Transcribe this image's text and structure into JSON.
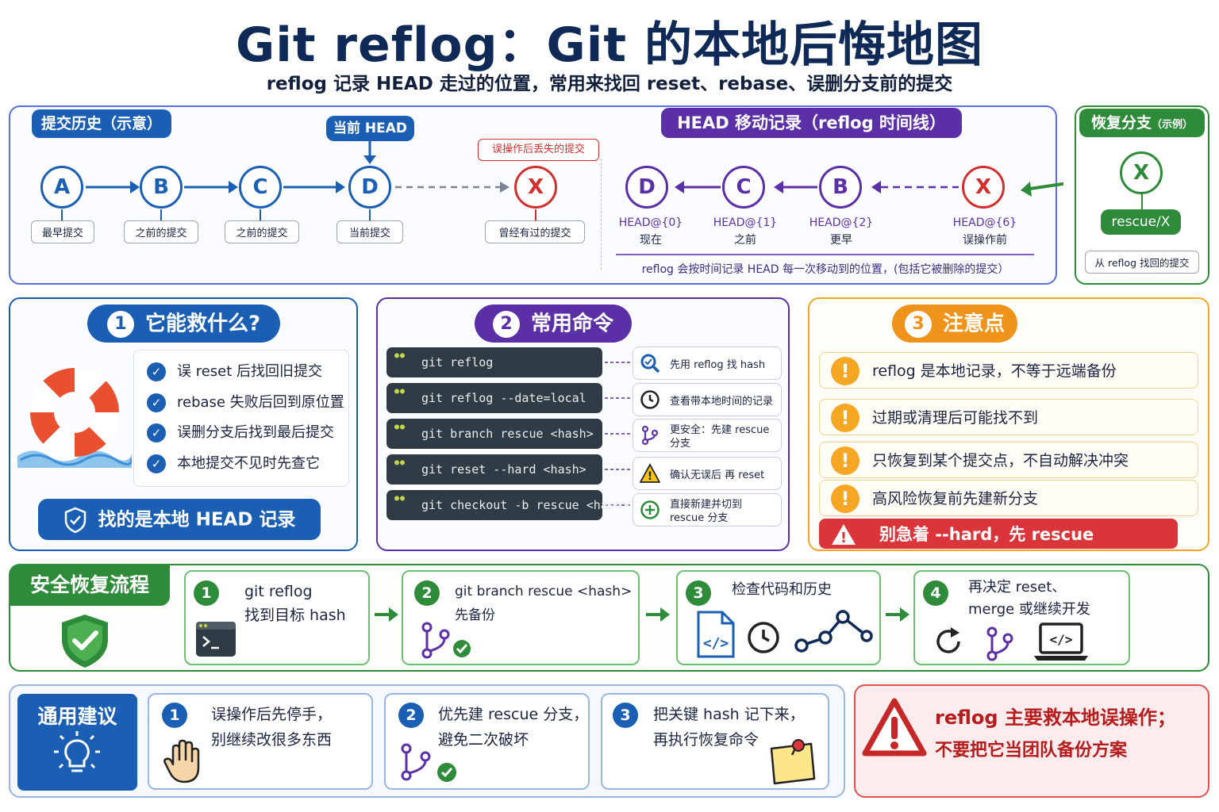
{
  "title": "Git reflog：Git 的本地后悔地图",
  "subtitle": "reflog 记录 HEAD 走过的位置，常用来找回 reset、rebase、误删分支前的提交",
  "history": {
    "label": "提交历史（示意）",
    "head_tag": "当前 HEAD",
    "lost_tag": "误操作后丢失的提交",
    "nodes": [
      {
        "letter": "A",
        "caption": "最早提交"
      },
      {
        "letter": "B",
        "caption": "之前的提交"
      },
      {
        "letter": "C",
        "caption": "之前的提交"
      },
      {
        "letter": "D",
        "caption": "当前提交"
      },
      {
        "letter": "X",
        "caption": "曾经有过的提交"
      }
    ]
  },
  "reflog_timeline": {
    "label": "HEAD 移动记录（reflog 时间线）",
    "nodes": [
      {
        "letter": "D",
        "ref": "HEAD@{0}",
        "desc": "现在"
      },
      {
        "letter": "C",
        "ref": "HEAD@{1}",
        "desc": "之前"
      },
      {
        "letter": "B",
        "ref": "HEAD@{2}",
        "desc": "更早"
      },
      {
        "letter": "X",
        "ref": "HEAD@{6}",
        "desc": "误操作前"
      }
    ],
    "note": "reflog 会按时间记录 HEAD 每一次移动到的位置，(包括它被删除的提交）"
  },
  "restore": {
    "label": "恢复分支",
    "label_small": "（示例）",
    "letter": "X",
    "branch": "rescue/X",
    "caption": "从 reflog 找回的提交"
  },
  "section1": {
    "num": "1",
    "title": "它能救什么?",
    "items": [
      "误 reset 后找回旧提交",
      "rebase 失败后回到原位置",
      "误删分支后找到最后提交",
      "本地提交不见时先查它"
    ],
    "badge": "找的是本地 HEAD 记录"
  },
  "section2": {
    "num": "2",
    "title": "常用命令",
    "commands": [
      {
        "cmd": "git reflog",
        "tip": "先用 reflog 找 hash",
        "icon": "search-icon"
      },
      {
        "cmd": "git reflog --date=local",
        "tip": "查看带本地时间的记录",
        "icon": "clock-icon"
      },
      {
        "cmd": "git branch rescue <hash>",
        "tip": "更安全：先建 rescue 分支",
        "icon": "branch-icon"
      },
      {
        "cmd": "git reset --hard <hash>",
        "tip": "确认无误后 再 reset",
        "icon": "warning-icon"
      },
      {
        "cmd": "git checkout -b rescue <hash>",
        "tip": "直接新建并切到 rescue 分支",
        "icon": "plus-icon"
      }
    ]
  },
  "section3": {
    "num": "3",
    "title": "注意点",
    "items": [
      "reflog 是本地记录，不等于远端备份",
      "过期或清理后可能找不到",
      "只恢复到某个提交点，不自动解决冲突",
      "高风险恢复前先建新分支"
    ],
    "alert": "别急着 --hard，先 rescue"
  },
  "flow": {
    "label": "安全恢复流程",
    "steps": [
      {
        "num": "1",
        "line1": "git reflog",
        "line2": "找到目标 hash"
      },
      {
        "num": "2",
        "line1": "git branch rescue <hash>",
        "line2": "先备份"
      },
      {
        "num": "3",
        "line1": "检查代码和历史",
        "line2": ""
      },
      {
        "num": "4",
        "line1": "再决定 reset、",
        "line2": "merge 或继续开发"
      }
    ]
  },
  "advice": {
    "label": "通用建议",
    "cards": [
      {
        "num": "1",
        "line1": "误操作后先停手，",
        "line2": "别继续改很多东西"
      },
      {
        "num": "2",
        "line1": "优先建 rescue 分支，",
        "line2": "避免二次破坏"
      },
      {
        "num": "3",
        "line1": "把关键 hash 记下来，",
        "line2": "再执行恢复命令"
      }
    ]
  },
  "warning": {
    "line1": "reflog 主要救本地误操作；",
    "line2": "不要把它当团队备份方案"
  },
  "colors": {
    "navy": "#0f2a57",
    "blue": "#1a5fb4",
    "purple": "#5b2fa6",
    "red": "#d32f2f",
    "green": "#2e8b3a",
    "orange": "#f5a623"
  }
}
